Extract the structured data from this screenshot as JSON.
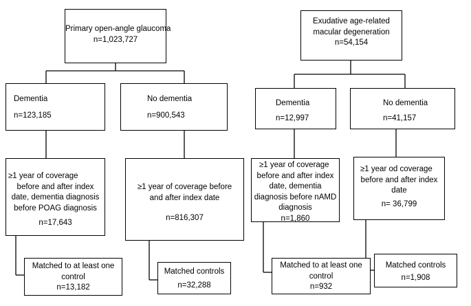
{
  "left": {
    "root": {
      "title": "Primary open-angle glaucoma",
      "n": "n=1,023,727"
    },
    "dementia": {
      "title": "Dementia",
      "n": "n=123,185"
    },
    "no_dementia": {
      "title": "No dementia",
      "n": "n=900,543"
    },
    "dementia_criteria": {
      "lines": [
        "≥1 year of coverage",
        "before and after index",
        "date, dementia diagnosis",
        "before POAG diagnosis"
      ],
      "n": "n=17,643"
    },
    "no_dementia_criteria": {
      "lines": [
        "≥1 year of coverage before",
        "and after index date"
      ],
      "n": "n=816,307"
    },
    "dementia_matched": {
      "lines": [
        "Matched to at least one",
        "control"
      ],
      "n": "n=13,182"
    },
    "no_dementia_matched": {
      "title": "Matched controls",
      "n": "n=32,288"
    }
  },
  "right": {
    "root": {
      "lines": [
        "Exudative age-related",
        "macular degeneration"
      ],
      "n": "n=54,154"
    },
    "dementia": {
      "title": "Dementia",
      "n": "n=12,997"
    },
    "no_dementia": {
      "title": "No dementia",
      "n": "n=41,157"
    },
    "dementia_criteria": {
      "lines": [
        "≥1 year of coverage",
        "before and after index",
        "date, dementia",
        "diagnosis before nAMD",
        "diagnosis"
      ],
      "n": "n=1,860"
    },
    "no_dementia_criteria": {
      "lines": [
        "≥1 year od coverage",
        "before and after index",
        "date"
      ],
      "n": "n= 36,799"
    },
    "dementia_matched": {
      "lines": [
        "Matched to at least one",
        "control"
      ],
      "n": "n=932"
    },
    "no_dementia_matched": {
      "title": "Matched controls",
      "n": "n=1,908"
    }
  }
}
